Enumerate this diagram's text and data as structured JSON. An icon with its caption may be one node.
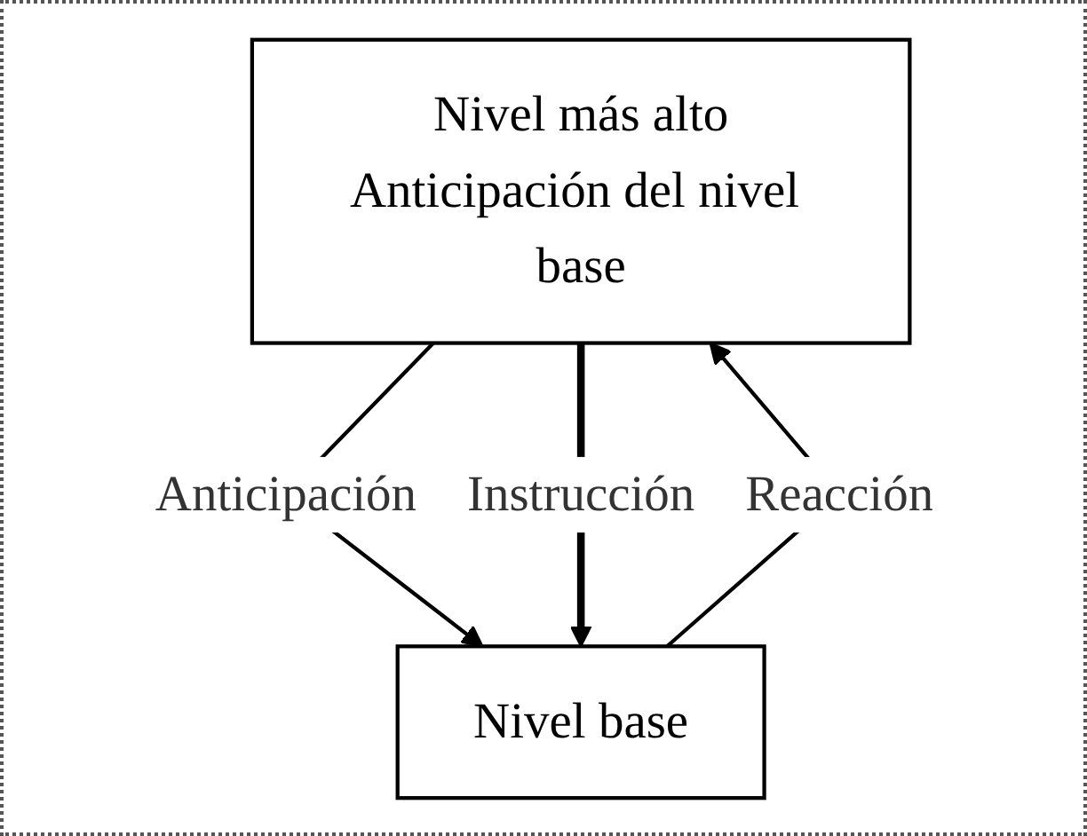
{
  "diagram": {
    "nodes": [
      {
        "text": [
          "Nivel más alto",
          "Anticipación del nivel base"
        ]
      },
      {
        "text": [
          "Nivel base"
        ]
      }
    ],
    "edges": [
      {
        "from": 0,
        "to": 1,
        "arrow": "to",
        "label": "Anticipación"
      },
      {
        "from": 0,
        "to": 1,
        "arrow": "to",
        "label": "Instrucción",
        "style": "thick"
      },
      {
        "from": 1,
        "to": 0,
        "arrow": "to",
        "label": "Reacción"
      }
    ]
  }
}
